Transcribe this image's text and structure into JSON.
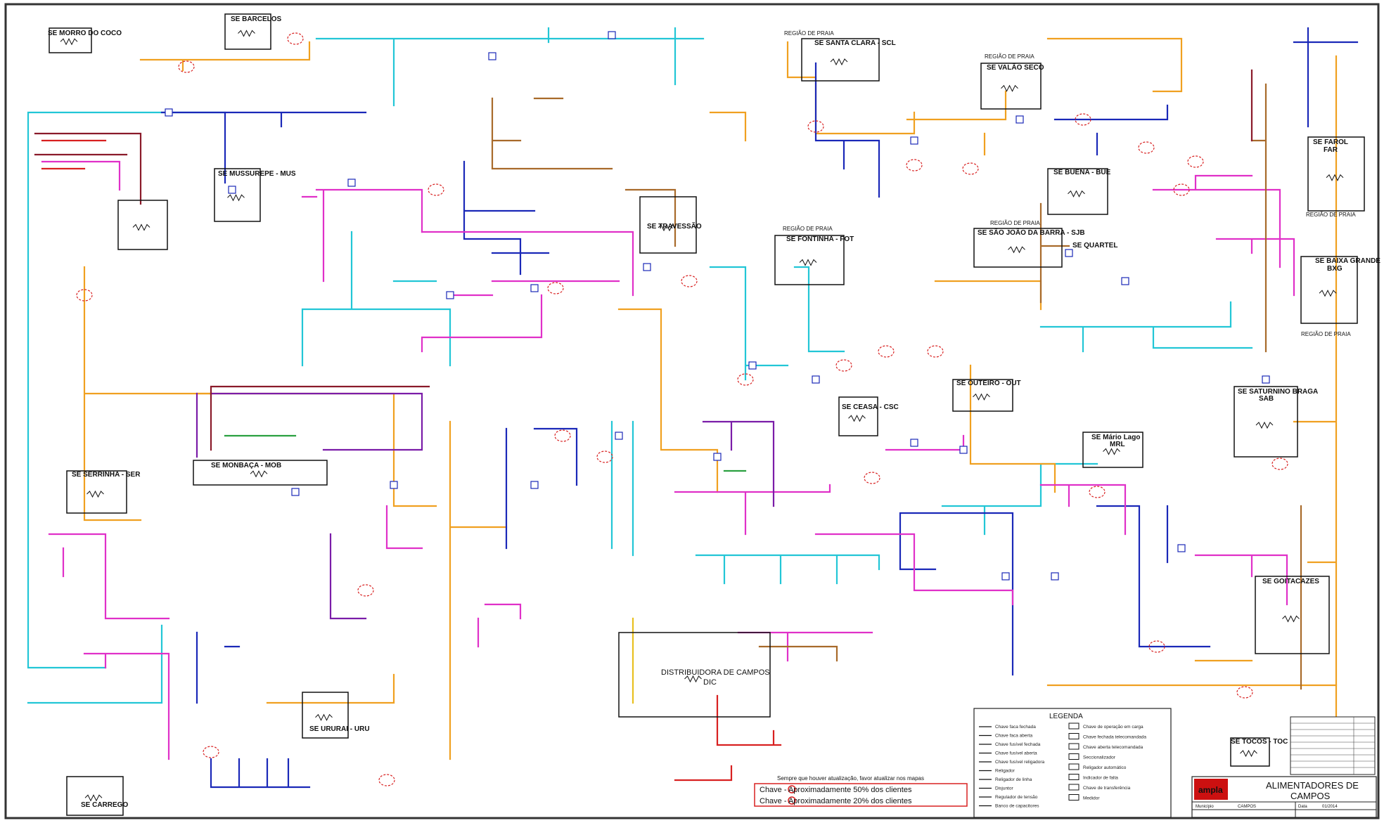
{
  "colors": {
    "cyan": "#22c6d6",
    "orange": "#f0a020",
    "navy": "#1a28b8",
    "magenta": "#e030c8",
    "purple": "#7a1ca8",
    "brown": "#a86a2a",
    "maroon": "#8a1a2a",
    "red": "#d82020",
    "green": "#2aa040",
    "yellow": "#e8c020",
    "frame": "#333333",
    "brand_red": "#cc1010"
  },
  "substations": {
    "santa_clara": {
      "region": "REGIÃO DE PRAIA",
      "name": "SE SANTA CLARA - SCL"
    },
    "valao_seco": {
      "region": "REGIÃO DE PRAIA",
      "name": "SE VALÃO SECO"
    },
    "farol": {
      "name": "SE FAROL",
      "code": "FAR",
      "region": "REGIÃO DE PRAIA"
    },
    "buena": {
      "name": "SE BUENA - BUE"
    },
    "fonte_nova": {
      "region": "REGIÃO DE PRAIA",
      "name": "SE FONTINHA - FOT"
    },
    "sao_joao": {
      "region": "REGIÃO DE PRAIA",
      "name": "SE SÃO JOÃO DA BARRA - SJB"
    },
    "baixa_grande": {
      "name": "SE BAIXA GRANDE",
      "code": "BXG",
      "region": "REGIÃO DE PRAIA"
    },
    "saturnino": {
      "name": "SE SATURNINO BRAGA",
      "code": "SAB"
    },
    "outeiro": {
      "name": "SE OUTEIRO - OUT"
    },
    "mario_lago": {
      "name": "SE Mário Lago",
      "code": "MRL"
    },
    "goitacazes": {
      "name": "SE GOITACAZES"
    },
    "morro_coco": {
      "name": "SE MORRO DO COCO"
    },
    "barcelos": {
      "name": "SE BARCELOS"
    },
    "mussurepe": {
      "name": "SE MUSSUREPE - MUS"
    },
    "moriana": {
      "name": "SE MONBAÇA - MOB"
    },
    "serrinha": {
      "name": "SE SERRINHA - SER"
    },
    "urura": {
      "name": "SE URURAI - URU"
    },
    "carrego": {
      "name": "SE CARREGO"
    },
    "distribuidora": {
      "name": "DISTRIBUIDORA DE CAMPOS",
      "code": "DIC"
    },
    "ceasa": {
      "name": "SE CEASA - CSC"
    },
    "tocos": {
      "name": "SE TOCOS - TOC"
    },
    "quartel": {
      "name": "SE QUARTEL"
    },
    "travessao": {
      "name": "SE TRAVESSÃO"
    }
  },
  "notes": {
    "update": "Sempre que houver atualização, favor atualizar nos mapas",
    "chave_50": "Chave  - Aproximadamente 50% dos clientes",
    "chave_20": "Chave  - Aproximadamente 20% dos clientes"
  },
  "legend": {
    "title": "LEGENDA",
    "left_items": [
      "Chave faca fechada",
      "Chave faca aberta",
      "Chave fusível fechada",
      "Chave fusível aberta",
      "Chave fusível religadora",
      "Religador",
      "Religador de linha",
      "Disjuntor",
      "Regulador de tensão",
      "Banco de capacitores"
    ],
    "right_items": [
      "Chave de operação em carga",
      "Chave fechada telecomandada",
      "Chave aberta telecomandada",
      "Seccionalizador",
      "Religador automático",
      "Indicador de falta",
      "Chave de transferência",
      "Medidor"
    ]
  },
  "title_block": {
    "brand": "ampla",
    "title_line1": "ALIMENTADORES DE",
    "title_line2": "CAMPOS",
    "field_municipio": "Município",
    "municipio_value": "CAMPOS",
    "field_data": "Data",
    "date_value": "01/2014"
  }
}
